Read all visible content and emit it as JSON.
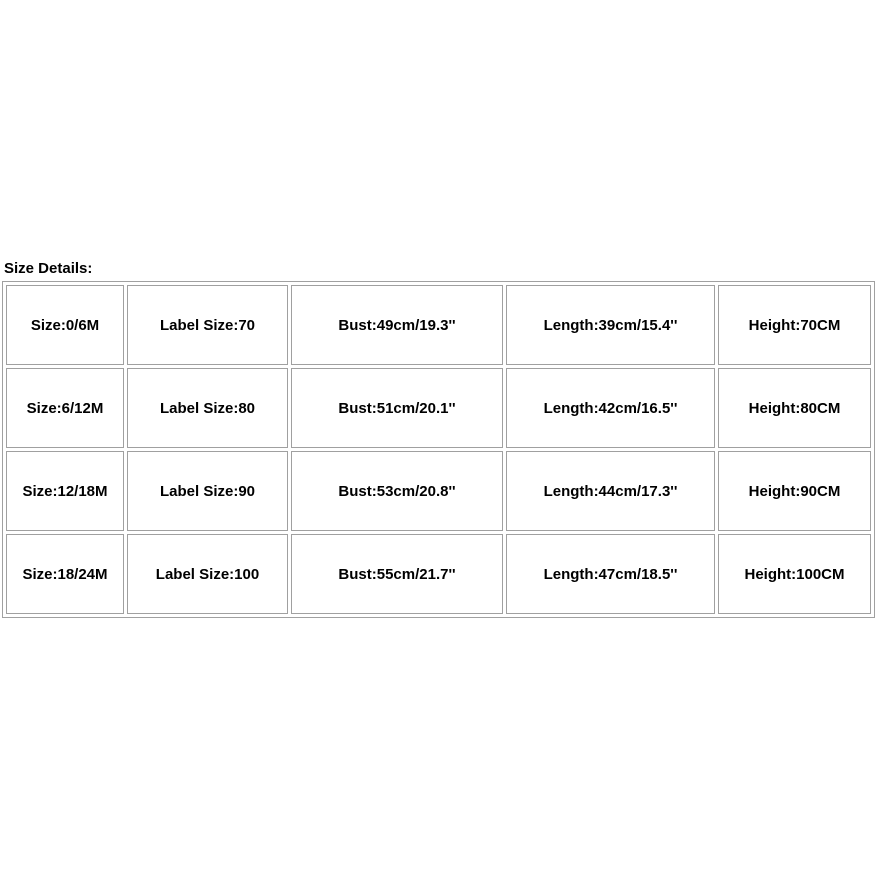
{
  "heading": "Size Details:",
  "table": {
    "rows": [
      [
        "Size:0/6M",
        "Label Size:70",
        "Bust:49cm/19.3''",
        "Length:39cm/15.4''",
        "Height:70CM"
      ],
      [
        "Size:6/12M",
        "Label Size:80",
        "Bust:51cm/20.1''",
        "Length:42cm/16.5''",
        "Height:80CM"
      ],
      [
        "Size:12/18M",
        "Label Size:90",
        "Bust:53cm/20.8''",
        "Length:44cm/17.3''",
        "Height:90CM"
      ],
      [
        "Size:18/24M",
        "Label Size:100",
        "Bust:55cm/21.7''",
        "Length:47cm/18.5''",
        "Height:100CM"
      ]
    ]
  },
  "colors": {
    "border": "#a0a0a0",
    "text": "#000000",
    "background": "#ffffff"
  }
}
